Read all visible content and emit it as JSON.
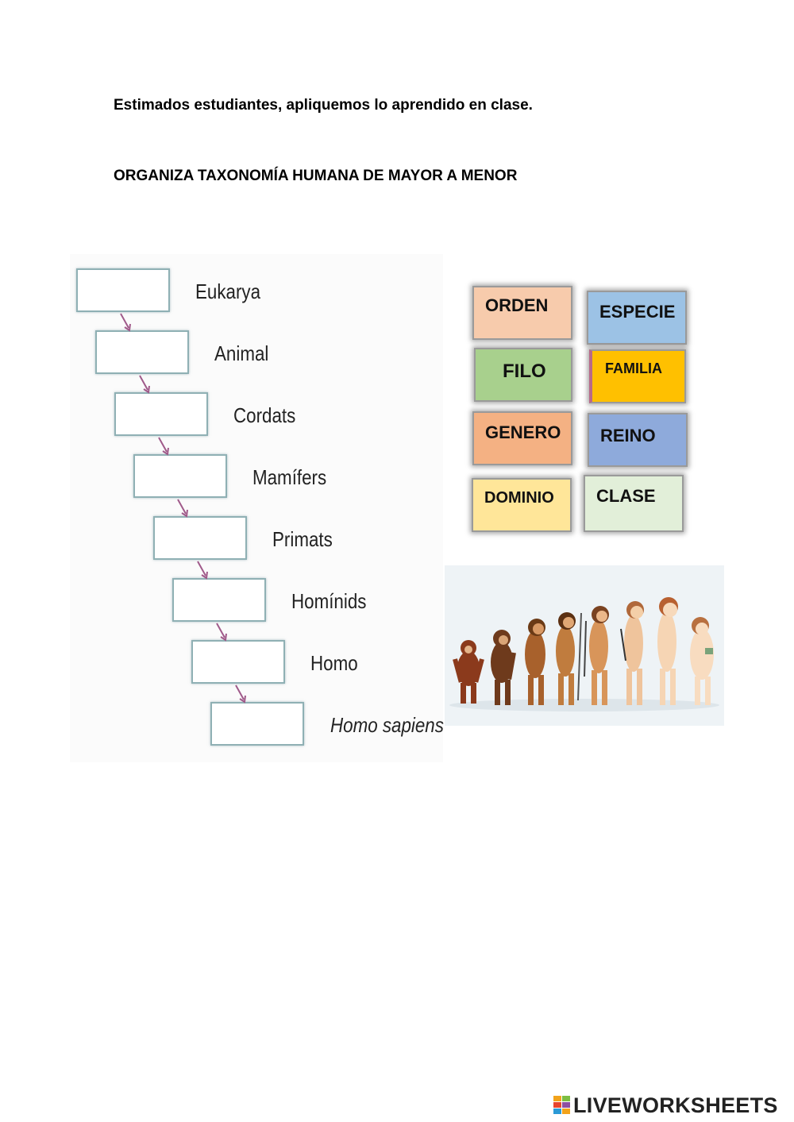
{
  "intro": "Estimados estudiantes, apliquemos lo aprendido en clase.",
  "heading": "ORGANIZA TAXONOMÍA HUMANA DE MAYOR A MENOR",
  "taxa": [
    "Eukarya",
    "Animal",
    "Cordats",
    "Mamífers",
    "Primats",
    "Homínids",
    "Homo",
    "Homo sapiens"
  ],
  "cards": {
    "orden": "ORDEN",
    "especie": "ESPECIE",
    "filo": "FILO",
    "familia": "FAMILIA",
    "genero": "GENERO",
    "reino": "REINO",
    "dominio": "DOMINIO",
    "clase": "CLASE"
  },
  "colors": {
    "orden": "#f7cbac",
    "especie": "#9cc2e5",
    "filo": "#a8d08d",
    "familia": "#ffc000",
    "genero": "#f4b183",
    "reino": "#8eaadb",
    "dominio": "#ffe699",
    "clase": "#e2efd9",
    "box_border": "#8fb0b4",
    "arrow": "#a05a8a"
  },
  "footer": {
    "logo_text": "LIVEWORKSHEETS",
    "logo_icon": "liveworksheets-logo-icon"
  }
}
